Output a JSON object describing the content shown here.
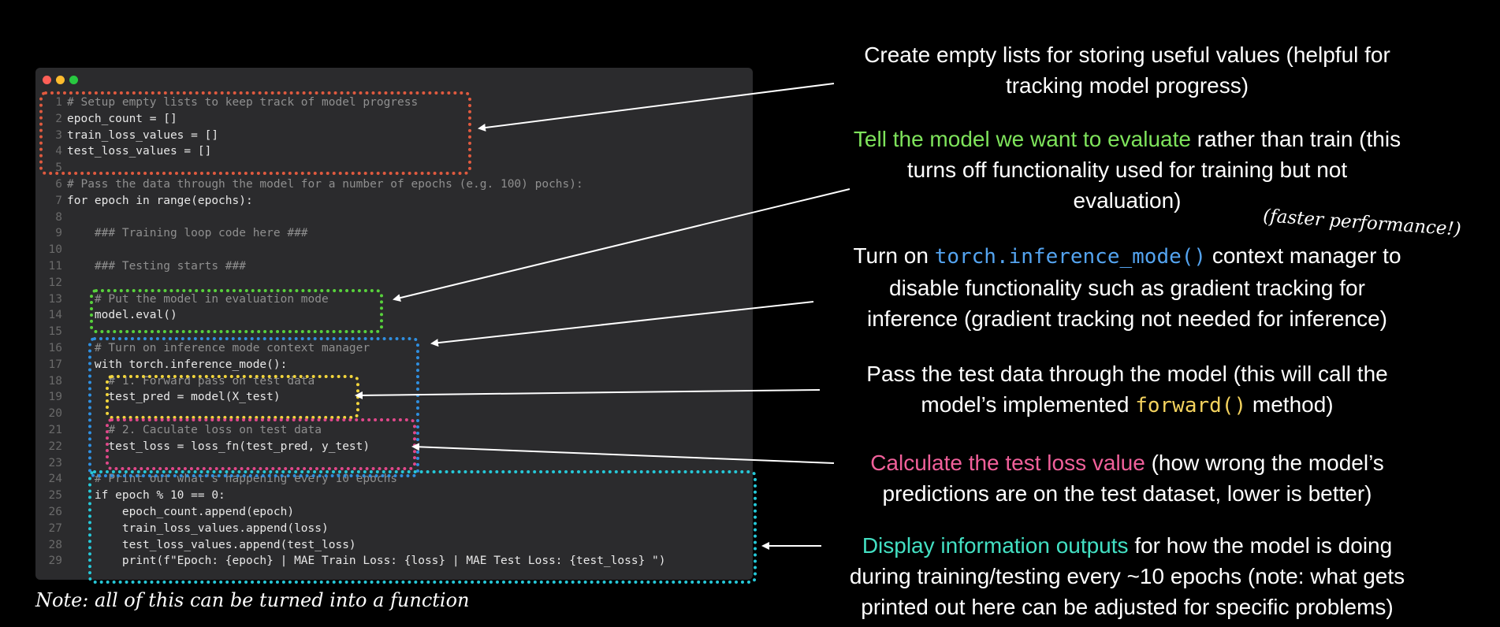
{
  "window_controls": [
    "close",
    "minimize",
    "maximize"
  ],
  "code_lines": [
    {
      "n": "1",
      "t": "# Setup empty lists to keep track of model progress",
      "c": "comment"
    },
    {
      "n": "2",
      "t": "epoch_count = []",
      "c": ""
    },
    {
      "n": "3",
      "t": "train_loss_values = []",
      "c": ""
    },
    {
      "n": "4",
      "t": "test_loss_values = []",
      "c": ""
    },
    {
      "n": "5",
      "t": "",
      "c": ""
    },
    {
      "n": "6",
      "t": "# Pass the data through the model for a number of epochs (e.g. 100) pochs):",
      "c": "comment"
    },
    {
      "n": "7",
      "t": "for epoch in range(epochs):",
      "c": ""
    },
    {
      "n": "8",
      "t": "",
      "c": ""
    },
    {
      "n": "9",
      "t": "    ### Training loop code here ###",
      "c": "comment"
    },
    {
      "n": "10",
      "t": "",
      "c": ""
    },
    {
      "n": "11",
      "t": "    ### Testing starts ###",
      "c": "comment"
    },
    {
      "n": "12",
      "t": "",
      "c": ""
    },
    {
      "n": "13",
      "t": "    # Put the model in evaluation mode",
      "c": "comment"
    },
    {
      "n": "14",
      "t": "    model.eval()",
      "c": ""
    },
    {
      "n": "15",
      "t": "",
      "c": ""
    },
    {
      "n": "16",
      "t": "    # Turn on inference mode context manager",
      "c": "comment"
    },
    {
      "n": "17",
      "t": "    with torch.inference_mode():",
      "c": ""
    },
    {
      "n": "18",
      "t": "      # 1. Forward pass on test data",
      "c": "comment"
    },
    {
      "n": "19",
      "t": "      test_pred = model(X_test)",
      "c": ""
    },
    {
      "n": "20",
      "t": "",
      "c": ""
    },
    {
      "n": "21",
      "t": "      # 2. Caculate loss on test data",
      "c": "comment"
    },
    {
      "n": "22",
      "t": "      test_loss = loss_fn(test_pred, y_test)",
      "c": ""
    },
    {
      "n": "23",
      "t": "",
      "c": ""
    },
    {
      "n": "24",
      "t": "    # Print out what's happening every 10 epochs",
      "c": "comment"
    },
    {
      "n": "25",
      "t": "    if epoch % 10 == 0:",
      "c": ""
    },
    {
      "n": "26",
      "t": "        epoch_count.append(epoch)",
      "c": ""
    },
    {
      "n": "27",
      "t": "        train_loss_values.append(loss)",
      "c": ""
    },
    {
      "n": "28",
      "t": "        test_loss_values.append(test_loss)",
      "c": ""
    },
    {
      "n": "29",
      "t": "        print(f\"Epoch: {epoch} | MAE Train Loss: {loss} | MAE Test Loss: {test_loss} \")",
      "c": ""
    }
  ],
  "box_colors": {
    "setup": "#e05a3f",
    "eval": "#58d23c",
    "inference": "#2f8fe0",
    "forward": "#f2d53c",
    "loss": "#e0488a",
    "print": "#26c8d8"
  },
  "annotations": {
    "a1": {
      "line1": "Create empty lists for storing useful values (helpful for",
      "line2": "tracking model progress)"
    },
    "a2": {
      "hl": "Tell the model we want to evaluate",
      "rest1": " rather than train (this",
      "line2": "turns off functionality used for training but not",
      "line3": "evaluation)"
    },
    "a3": {
      "pre": "Turn on ",
      "code": "torch.inference_mode()",
      "post": " context manager to",
      "line2": "disable functionality such as gradient tracking for",
      "line3": "inference (gradient tracking not needed for inference)"
    },
    "a4": {
      "line1": "Pass the test data through the model (this will call the",
      "pre2": "model’s implemented ",
      "code": "forward()",
      "post2": "  method)"
    },
    "a5": {
      "hl": "Calculate the test loss value",
      "rest1": " (how wrong the model’s",
      "line2": "predictions are on the test dataset, lower is better)"
    },
    "a6": {
      "hl": "Display information outputs",
      "rest1": " for how the model is doing",
      "line2": "during training/testing every ~10 epochs (note: what gets",
      "line3": "printed out here can be adjusted for specific problems)"
    }
  },
  "handwritten": {
    "faster": "(faster performance!)",
    "note": "Note: all of this can be turned into a function"
  },
  "colors": {
    "highlight_green": "#7ee35b",
    "highlight_pink": "#f0609a",
    "highlight_teal": "#43e0c3",
    "code_blue": "#54a4f0",
    "code_yellow": "#f4d35e"
  }
}
